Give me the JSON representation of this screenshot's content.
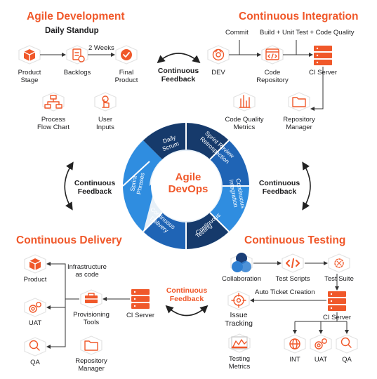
{
  "colors": {
    "accent": "#f0582a",
    "dark_blue": "#163a6b",
    "mid_blue": "#1f64b5",
    "light_blue": "#2f8de0"
  },
  "icons": [
    "cube-icon",
    "backlog-document-icon",
    "check-circle-icon",
    "flow-chart-icon",
    "user-input-icon",
    "dev-gear-icon",
    "code-window-icon",
    "server-icon",
    "bar-metrics-icon",
    "folder-icon",
    "gears-icon",
    "magnifier-icon",
    "toolbox-icon",
    "collaboration-icon",
    "code-brackets-icon",
    "test-suite-icon",
    "target-icon",
    "metrics-chart-icon",
    "globe-icon"
  ],
  "sections": {
    "agile_dev": {
      "title": "Agile Development",
      "subtitle": "Daily Standup",
      "two_weeks": "2 Weeks"
    },
    "ci": {
      "title": "Continuous Integration",
      "commit": "Commit",
      "build": "Build  +  Unit Test  +  Code Quality"
    },
    "cd": {
      "title": "Continuous Delivery",
      "infra_1": "Infrastructure",
      "infra_2": "as code"
    },
    "ct": {
      "title": "Continuous Testing",
      "auto_ticket": "Auto Ticket Creation"
    }
  },
  "nodes": {
    "product_stage_1": "Product",
    "product_stage_2": "Stage",
    "backlogs": "Backlogs",
    "final_1": "Final",
    "final_2": "Product",
    "process_1": "Process",
    "process_2": "Flow Chart",
    "user_1": "User",
    "user_2": "Inputs",
    "dev": "DEV",
    "code_repo_1": "Code",
    "code_repo_2": "Repository",
    "ci_server": "CI Server",
    "cq_1": "Code Quality",
    "cq_2": "Metrics",
    "rm_1": "Repository",
    "rm_2": "Manager",
    "product": "Product",
    "uat": "UAT",
    "qa": "QA",
    "prov_1": "Provisioning",
    "prov_2": "Tools",
    "collab": "Collaboration",
    "scripts": "Test Scripts",
    "suite": "Test Suite",
    "issue_1": "Issue",
    "issue_2": "Tracking",
    "tm_1": "Testing",
    "tm_2": "Metrics",
    "int": "INT"
  },
  "feedback": {
    "line_1": "Continuous",
    "line_2": "Feedback"
  },
  "ring": {
    "center_1": "Agile",
    "center_2": "DevOps",
    "daily_1": "Daily",
    "daily_2": "Scrum",
    "review_1": "Sprint Review",
    "review_2": "Retrospection",
    "ci_1": "Continuous",
    "ci_2": "Integration",
    "ct_1": "Continuous",
    "ct_2": "Testing",
    "cd_1": "Continuous",
    "cd_2": "Delivery",
    "sp_1": "Sprint",
    "sp_2": "Phrases"
  }
}
